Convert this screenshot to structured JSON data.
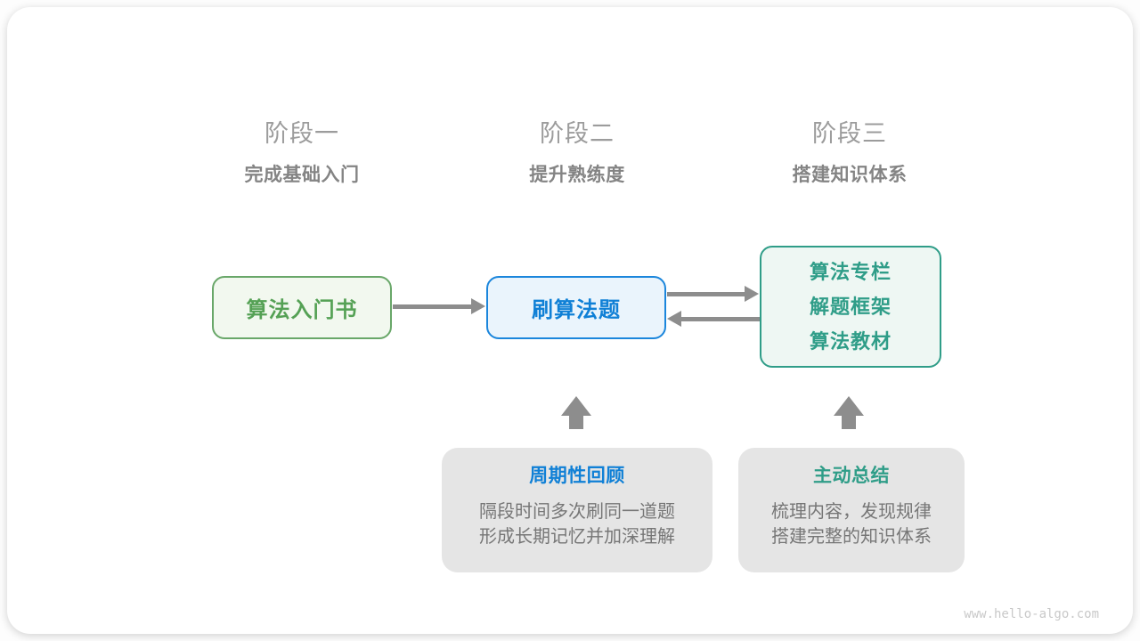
{
  "page": {
    "watermark": "www.hello-algo.com"
  },
  "colors": {
    "card_bg": "#ffffff",
    "stage_label": "#9c9c9c",
    "stage_subtitle": "#848484",
    "green_text": "#55a155",
    "green_border": "#69a769",
    "green_bg": "#f2f8ef",
    "blue_text": "#1080d6",
    "blue_border": "#1b86dc",
    "blue_bg": "#eaf4fc",
    "teal_text": "#2f9d88",
    "teal_border": "#2f9d88",
    "teal_bg": "#eef7f3",
    "panel_bg": "#e5e5e5",
    "panel_text": "#767676",
    "arrow": "#8d8d8d",
    "watermark": "#c9c9c9"
  },
  "stages": [
    {
      "label": "阶段一",
      "subtitle": "完成基础入门"
    },
    {
      "label": "阶段二",
      "subtitle": "提升熟练度"
    },
    {
      "label": "阶段三",
      "subtitle": "搭建知识体系"
    }
  ],
  "flow": {
    "node1": {
      "label": "算法入门书"
    },
    "node2": {
      "label": "刷算法题"
    },
    "node3": {
      "lines": [
        "算法专栏",
        "解题框架",
        "算法教材"
      ]
    }
  },
  "notes": [
    {
      "title": "周期性回顾",
      "lines": [
        "隔段时间多次刷同一道题",
        "形成长期记忆并加深理解"
      ]
    },
    {
      "title": "主动总结",
      "lines": [
        "梳理内容，发现规律",
        "搭建完整的知识体系"
      ]
    }
  ]
}
